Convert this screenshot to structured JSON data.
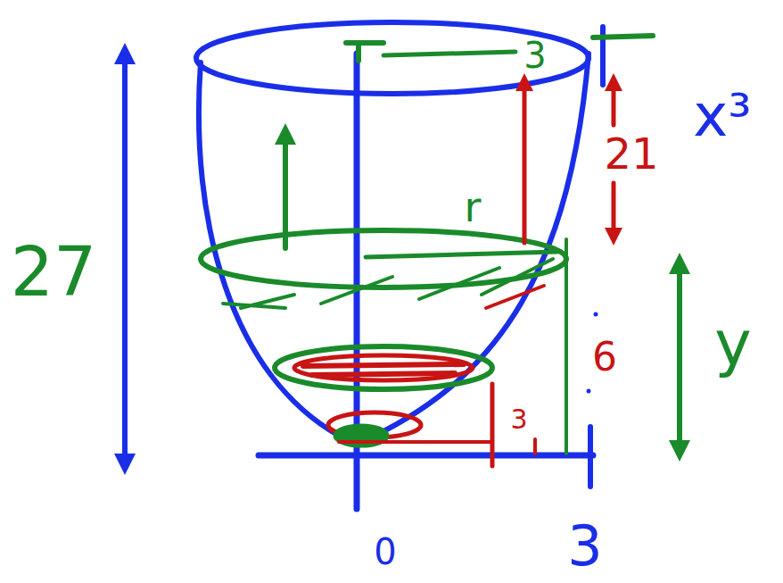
{
  "diagram": {
    "labels": [
      "27",
      "3",
      "x³",
      "r",
      "21",
      "y",
      "6",
      "3",
      "0",
      "3"
    ]
  }
}
